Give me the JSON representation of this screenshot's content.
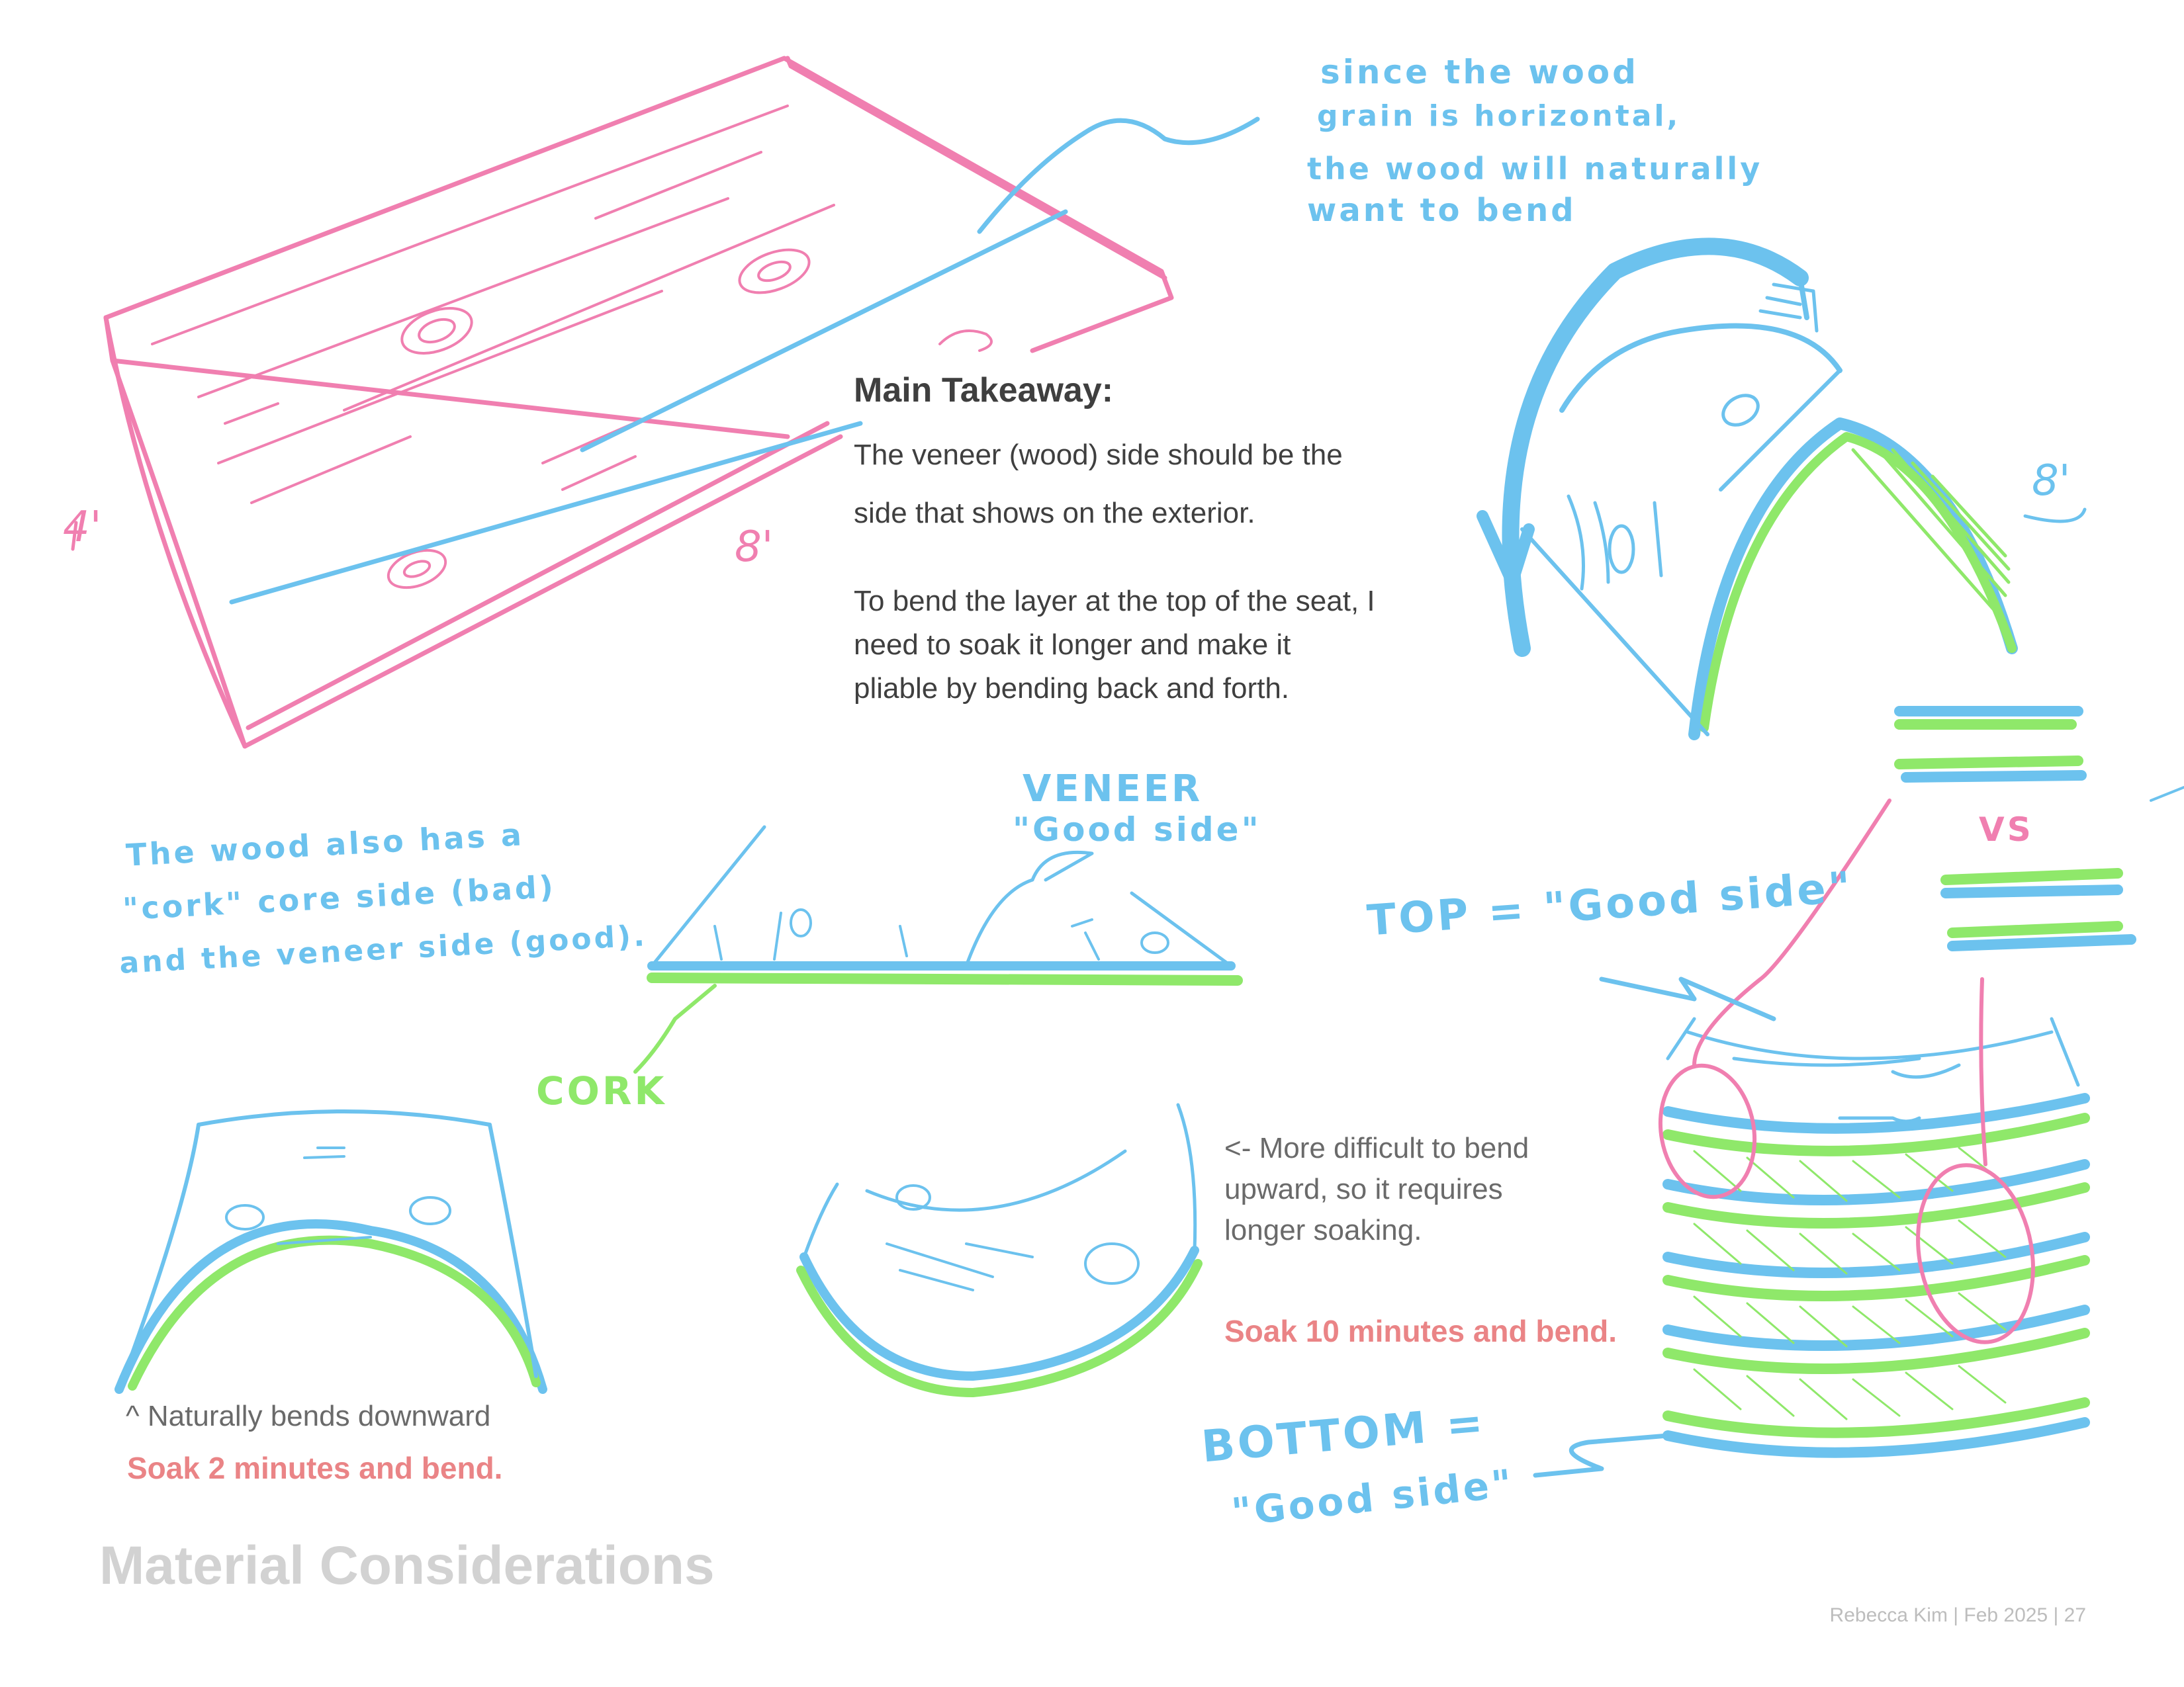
{
  "main_takeaway": {
    "heading": "Main Takeaway:",
    "line1": "The veneer (wood) side should be the",
    "line2": "side that shows on the exterior.",
    "line3": "To bend the layer at the top of the seat, I",
    "line4": "need to soak it longer and make it",
    "line5": "pliable by bending back and forth."
  },
  "handwritten": {
    "grain_note": [
      "since the wood",
      "grain is horizontal,",
      "the wood will naturally",
      "want to bend"
    ],
    "wood_note": [
      "The wood also has a",
      "\"cork\" core side (bad)",
      "and the veneer side (good)."
    ],
    "veneer_label": [
      "VENEER",
      "\"Good side\""
    ],
    "cork_label": "CORK",
    "top_label": "TOP = \"Good side\"",
    "vs_label": "VS",
    "bottom_label": [
      "BOTTOM =",
      "\"Good side\""
    ],
    "dim_width": "4'",
    "dim_length": "8'",
    "dim_arch": "8'"
  },
  "notes": {
    "down_note": "^ Naturally bends downward",
    "down_soak": "Soak 2 minutes and bend.",
    "up_note": [
      "<- More difficult to bend",
      "upward, so it requires",
      "longer soaking."
    ],
    "up_soak": "Soak 10 minutes and bend."
  },
  "title": "Material Considerations",
  "footer": "Rebecca Kim | Feb 2025 | 27",
  "colors": {
    "pink": "#f07fb0",
    "blue": "#6cc2ee",
    "green": "#8fe86a",
    "heading_text": "#3f3f3f",
    "note_text": "#6a6a6a",
    "red_accent": "#ea8486",
    "title_grey": "#d2d2d2"
  }
}
